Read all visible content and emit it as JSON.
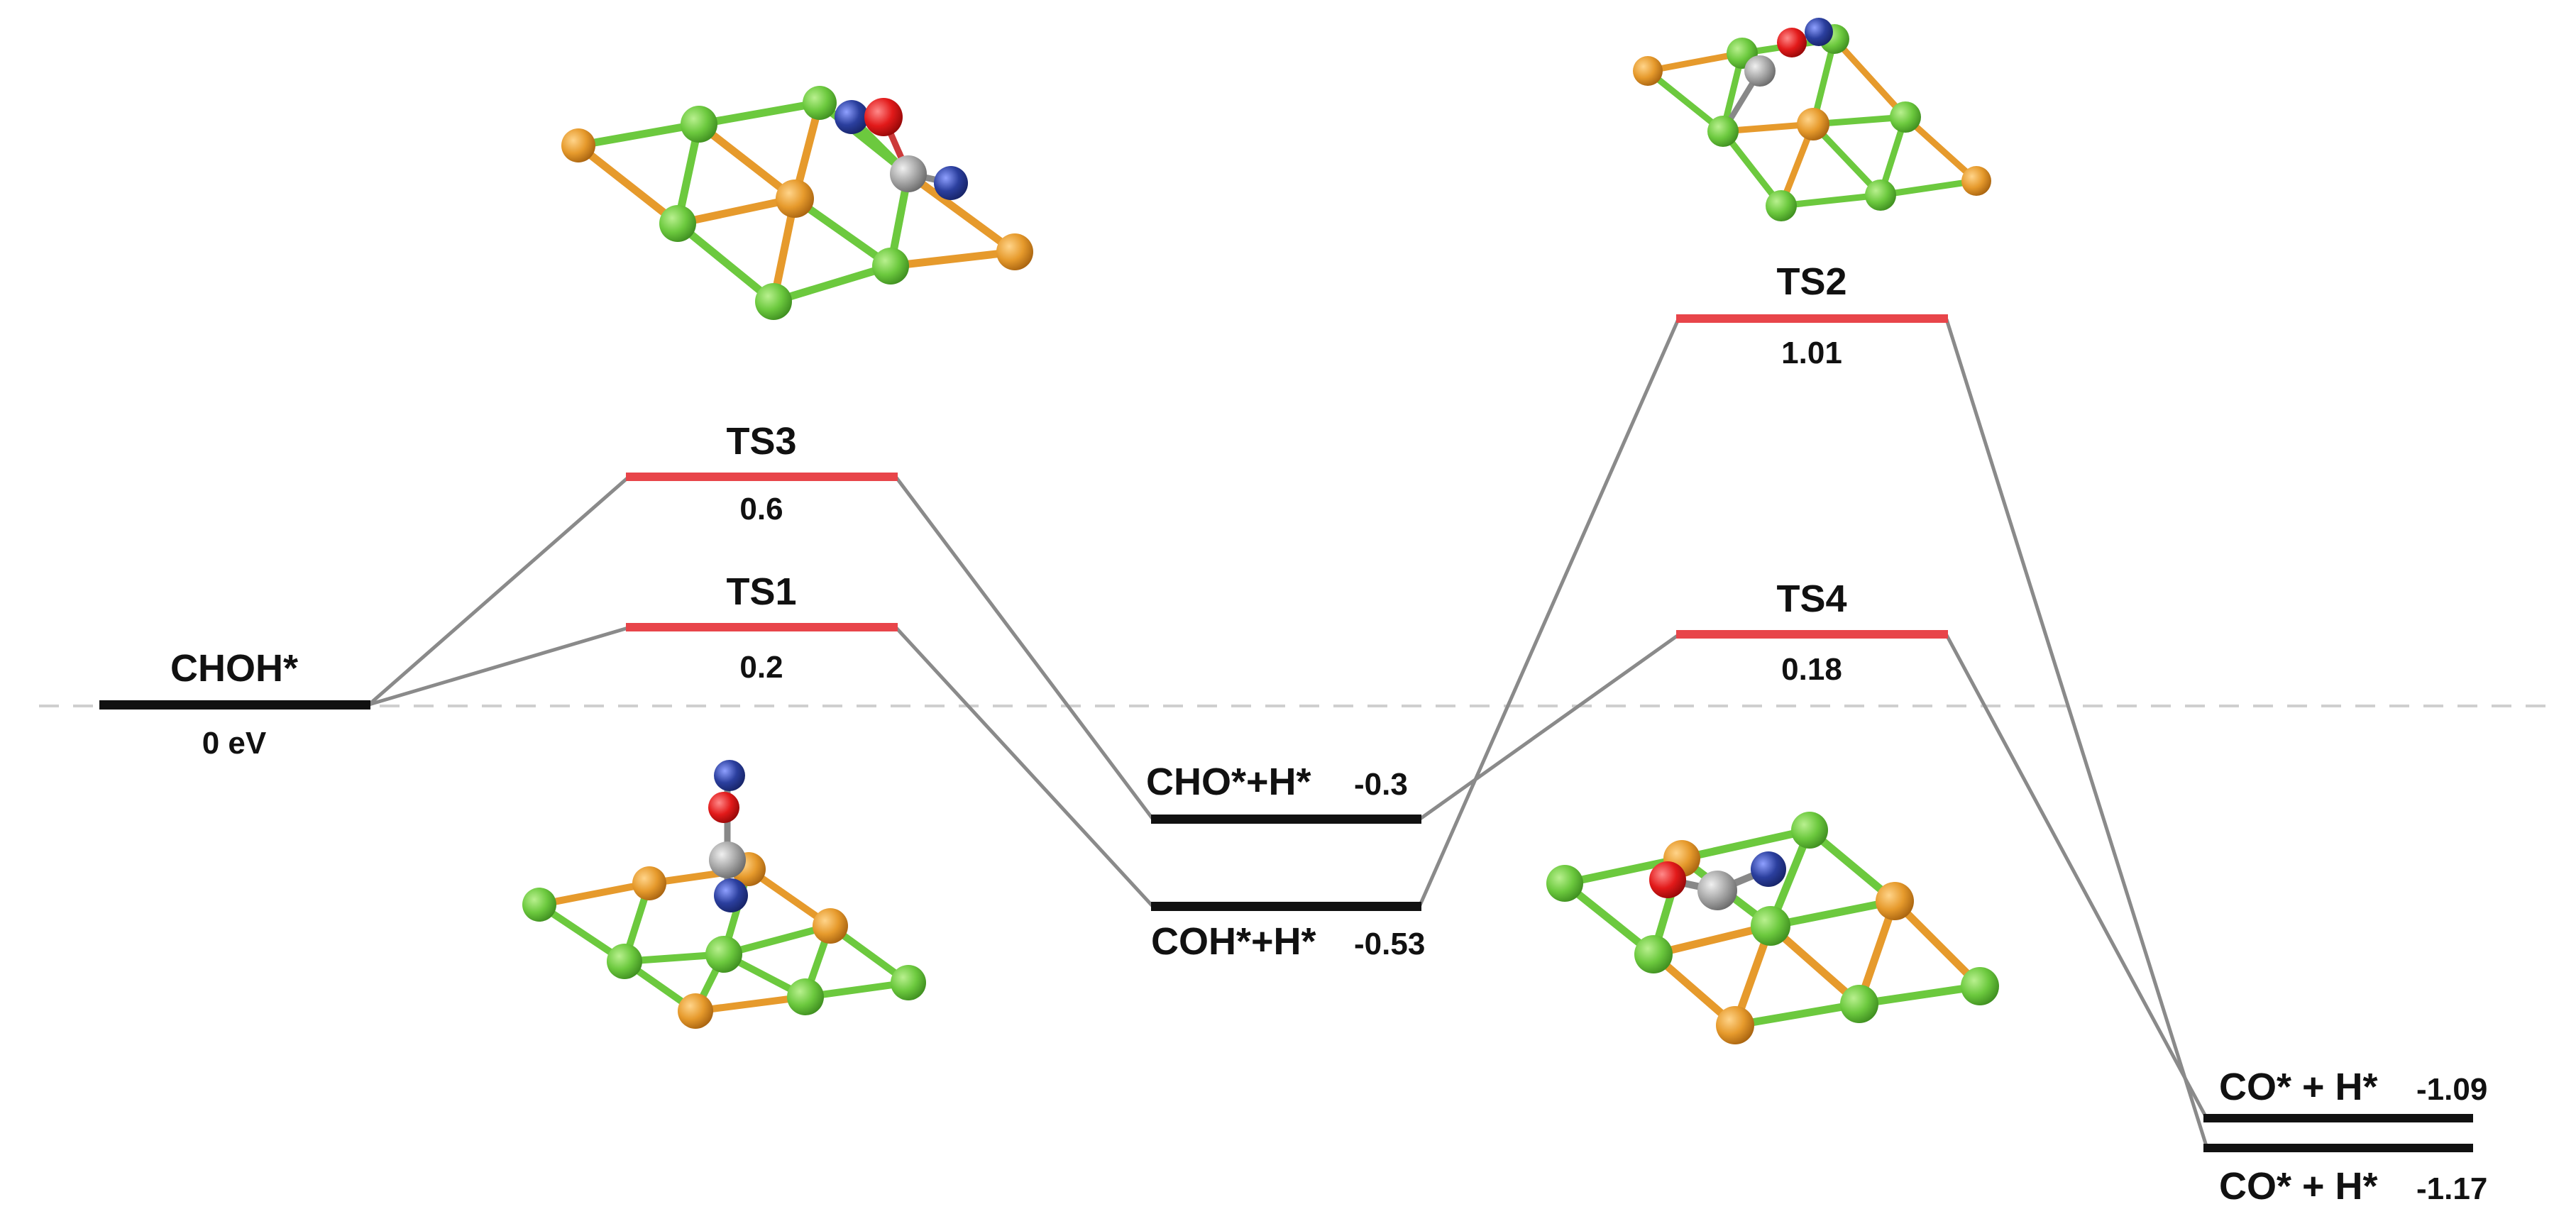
{
  "colors": {
    "intermediate_bar": "#111111",
    "ts_bar": "#e8454a",
    "connector": "#8a8a8a",
    "zero_line": "#cfcfcf",
    "atom_green": "#6cc93e",
    "atom_orange": "#e69a2c",
    "atom_gray": "#a7a7a7",
    "atom_red": "#e21a1a",
    "atom_blue": "#2b3f9e"
  },
  "diagram": {
    "zero_line": "dashed",
    "states": [
      {
        "id": "s_choh",
        "name": "CHOH*",
        "energy": "0 eV"
      },
      {
        "id": "s_ts3",
        "name": "TS3",
        "energy": "0.6"
      },
      {
        "id": "s_ts1",
        "name": "TS1",
        "energy": "0.2"
      },
      {
        "id": "s_cho",
        "name": "CHO*+H*",
        "energy": "-0.3"
      },
      {
        "id": "s_coh",
        "name": "COH*+H*",
        "energy": "-0.53"
      },
      {
        "id": "s_ts2",
        "name": "TS2",
        "energy": "1.01"
      },
      {
        "id": "s_ts4",
        "name": "TS4",
        "energy": "0.18"
      },
      {
        "id": "s_co1",
        "name": "CO* + H*",
        "energy": "-1.09"
      },
      {
        "id": "s_co2",
        "name": "CO* + H*",
        "energy": "-1.17"
      }
    ],
    "pathways": [
      [
        "s_choh",
        "s_ts3",
        "s_cho",
        "s_ts4",
        "s_co1"
      ],
      [
        "s_choh",
        "s_ts1",
        "s_coh",
        "s_ts2",
        "s_co2"
      ]
    ],
    "structures": [
      {
        "id": "ts3-structure-image",
        "depicts": "TS3"
      },
      {
        "id": "ts1-structure-image",
        "depicts": "TS1"
      },
      {
        "id": "ts2-structure-image",
        "depicts": "TS2"
      },
      {
        "id": "ts4-structure-image",
        "depicts": "TS4"
      }
    ]
  }
}
